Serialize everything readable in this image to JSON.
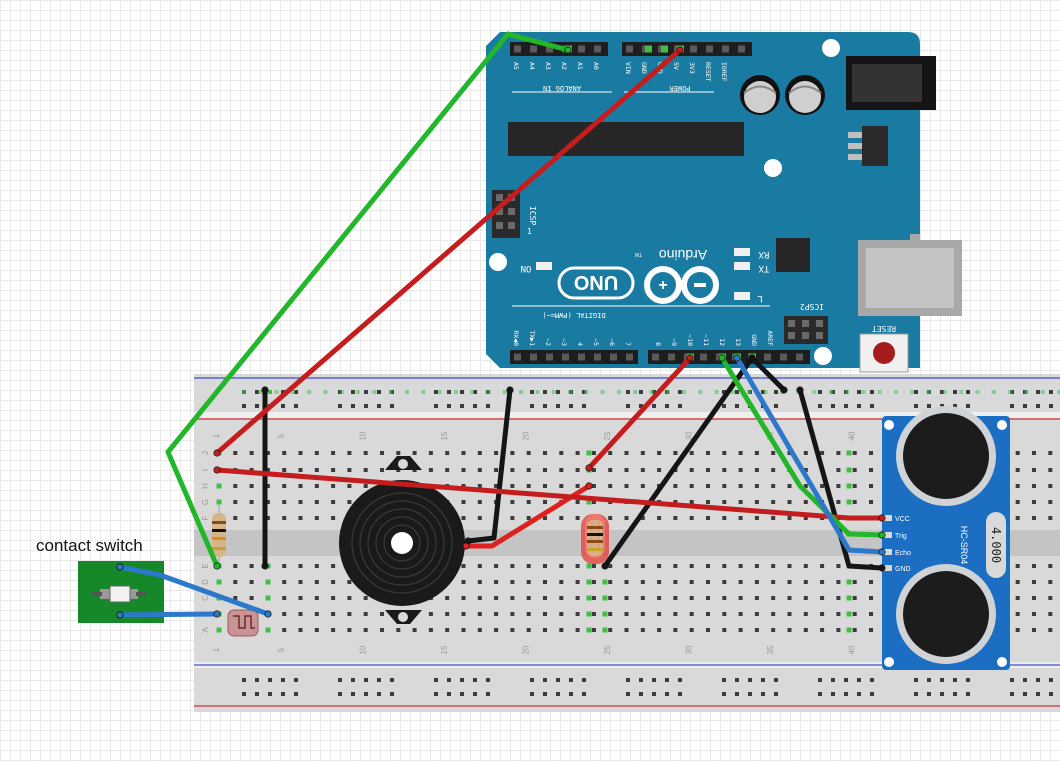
{
  "caption": {
    "contact_switch": "contact switch"
  },
  "arduino": {
    "logo": "Arduino",
    "model": "UNO",
    "tm": "TM",
    "label_analog_in": "ANALOG IN",
    "label_power": "POWER",
    "label_digital": "DIGITAL (PWM=~)",
    "label_icsp": "ICSP",
    "label_icsp2": "ICSP2",
    "label_reset": "RESET",
    "label_on": "ON",
    "label_rx": "RX",
    "label_tx": "TX",
    "label_l": "L",
    "label_aref": "AREF",
    "label_gnd": "GND",
    "label_icsp_1": "1",
    "analog_pins": [
      "A5",
      "A4",
      "A3",
      "A2",
      "A1",
      "A0"
    ],
    "power_pins": [
      "VIN",
      "GND",
      "GND",
      "5V",
      "3V3",
      "RESET",
      "IOREF"
    ],
    "digital_pins": [
      "RX◀0",
      "TX▶1",
      "~2",
      "~3",
      "4",
      "~5",
      "~6",
      "7",
      "8",
      "~9",
      "~10",
      "~11",
      "12",
      "13"
    ]
  },
  "breadboard": {
    "column_numbers": [
      "1",
      "5",
      "10",
      "15",
      "20",
      "25",
      "30",
      "35",
      "40"
    ],
    "row_letters_top": [
      "J",
      "I",
      "H",
      "G",
      "F"
    ],
    "row_letters_bottom": [
      "E",
      "D",
      "C",
      "B",
      "A"
    ]
  },
  "sensor": {
    "name": "HC-SR04",
    "crystal": "4.000",
    "pins": [
      "VCC",
      "Trig",
      "Echo",
      "GND"
    ]
  },
  "colors": {
    "board": "#1a7ba2",
    "wire_red": "#c51d1d",
    "wire_green": "#22b62a",
    "wire_black": "#151515",
    "wire_blue": "#2e78cc",
    "sensor_blue": "#1b6ec2"
  }
}
